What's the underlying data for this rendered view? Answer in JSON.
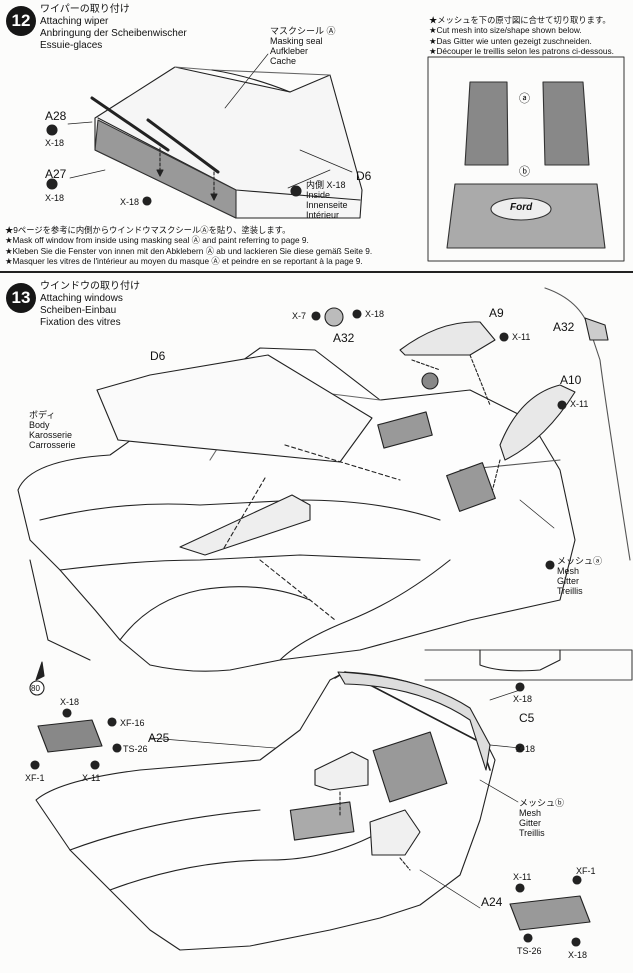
{
  "step12": {
    "number": "12",
    "title": {
      "ja": "ワイパーの取り付け",
      "en": "Attaching wiper",
      "de": "Anbringung der Scheibenwischer",
      "fr": "Essuie-glaces"
    },
    "mask_seal": {
      "ja": "マスクシール Ⓐ",
      "en": "Masking seal",
      "de": "Aufkleber",
      "fr": "Cache"
    },
    "inside": {
      "ja": "内側 X-18",
      "en": "Inside",
      "de": "Innenseite",
      "fr": "Intérieur"
    },
    "parts": {
      "a28": "A28",
      "a27": "A27",
      "d6": "D6",
      "x18_a": "X-18",
      "x18_b": "X-18",
      "x18_c": "X-18"
    },
    "notes": [
      "★9ページを参考に内側からウインドウマスクシールⒶを貼り、塗装します。",
      "★Mask off window from inside using masking seal Ⓐ and paint referring to page 9.",
      "★Kleben Sie die Fenster von innen mit den Abklebern Ⓐ ab und lackieren Sie diese gemäß Seite 9.",
      "★Masquer les vitres de l'intérieur au moyen du masque Ⓐ et peindre en se reportant à la page 9."
    ]
  },
  "mesh_notes": [
    "★メッシュを下の原寸図に合せて切り取ります。",
    "★Cut mesh into size/shape shown below.",
    "★Das Gitter wie unten gezeigt zuschneiden.",
    "★Découper le treillis selon les patrons ci-dessous."
  ],
  "mesh_template": {
    "a": "ⓐ",
    "b": "ⓑ",
    "logo": "Ford"
  },
  "step13": {
    "number": "13",
    "title": {
      "ja": "ウインドウの取り付け",
      "en": "Attaching windows",
      "de": "Scheiben-Einbau",
      "fr": "Fixation des vitres"
    },
    "body": {
      "ja": "ボディ",
      "en": "Body",
      "de": "Karosserie",
      "fr": "Carrosserie"
    },
    "mesh_a": {
      "ja": "メッシュⓐ",
      "en": "Mesh",
      "de": "Gitter",
      "fr": "Treillis"
    },
    "mesh_b": {
      "ja": "メッシュⓑ",
      "en": "Mesh",
      "de": "Gitter",
      "fr": "Treillis"
    },
    "parts": {
      "d6": "D6",
      "a32": "A32",
      "a32_right": "A32",
      "a9": "A9",
      "a10": "A10",
      "a25": "A25",
      "a24": "A24",
      "c5": "C5",
      "x7": "X-7",
      "x18_top": "X-18",
      "x11_a9": "X-11",
      "x11_a10": "X-11",
      "x18_lamp": "X-18",
      "xf16": "XF-16",
      "ts26": "TS-26",
      "xf1": "XF-1",
      "x11_lamp": "X-11",
      "x18_c5": "X-18",
      "x18_c5b": "X-18",
      "x11_bottom": "X-11",
      "xf1_bottom": "XF-1",
      "ts26_bottom": "TS-26",
      "x18_bottom": "X-18",
      "page_icon": "80"
    }
  }
}
